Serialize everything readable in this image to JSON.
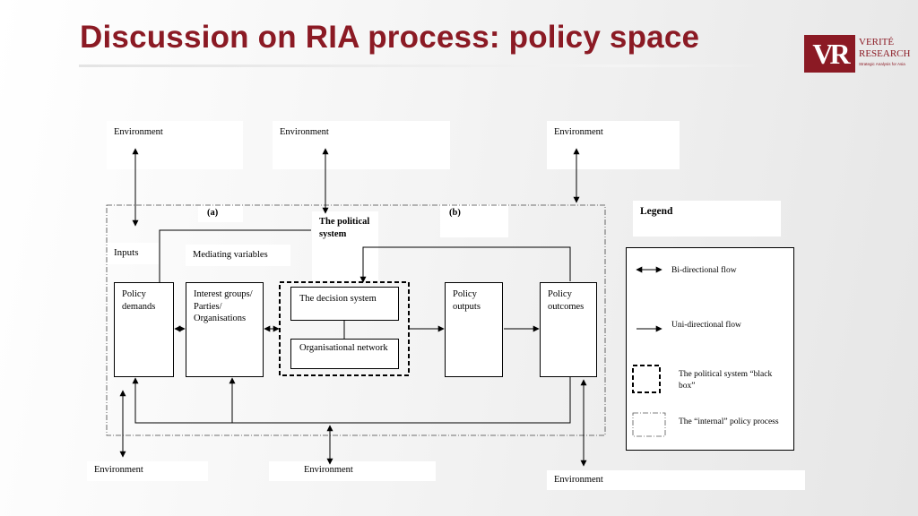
{
  "slide": {
    "title": "Discussion on RIA process: policy space"
  },
  "logo": {
    "mark": "VR",
    "name_line1": "VERITÉ",
    "name_line2": "RESEARCH",
    "tagline": "Strategic Analysis for Asia",
    "brand_color": "#8b1a24"
  },
  "diagram": {
    "env_top_left": "Environment",
    "env_top_mid": "Environment",
    "env_top_right": "Environment",
    "env_bottom_left": "Environment",
    "env_bottom_mid": "Environment",
    "env_bottom_right": "Environment",
    "label_a": "(a)",
    "label_b": "(b)",
    "political_system": "The political system",
    "inputs": "Inputs",
    "mediating_variables": "Mediating variables",
    "policy_demands": "Policy demands",
    "interest_groups": "Interest groups/ Parties/ Organisations",
    "decision_system": "The decision system",
    "organisational_network": "Organisational network",
    "policy_outputs": "Policy outputs",
    "policy_outcomes": "Policy outcomes"
  },
  "legend": {
    "title": "Legend",
    "bidirectional": "Bi-directional flow",
    "unidirectional": "Uni-directional flow",
    "black_box": "The political system “black box”",
    "internal_process": "The “internal” policy process"
  }
}
